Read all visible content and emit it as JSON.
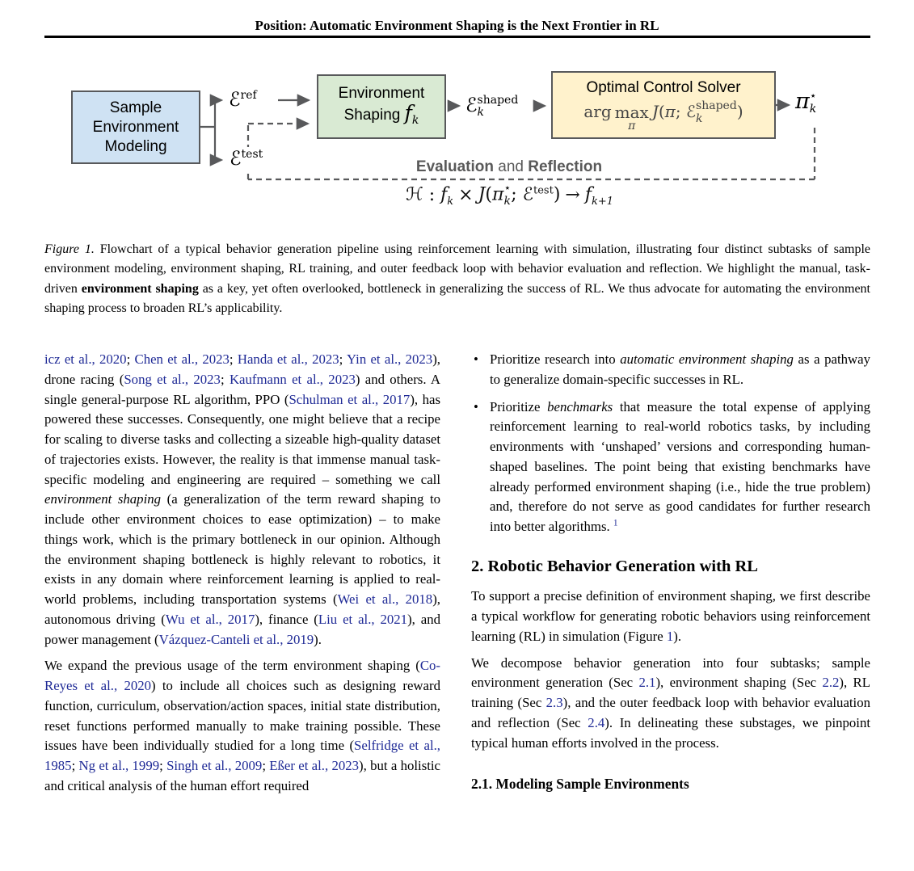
{
  "header": {
    "title": "Position: Automatic Environment Shaping is the Next Frontier in RL"
  },
  "colors": {
    "link_blue": "#1f2a96",
    "box_blue_fill": "#cfe2f3",
    "box_green_fill": "#d9ead3",
    "box_yellow_fill": "#fff2cc",
    "line_gray": "#58595b",
    "eval_label_gray": "#595959"
  },
  "figure": {
    "sample_box": {
      "lines": [
        "Sample",
        "Environment",
        "Modeling"
      ]
    },
    "shaping_box": {
      "line1": "Environment",
      "shaping": "Shaping ",
      "f": "f",
      "k": "k"
    },
    "solver_box": {
      "title": "Optimal Control Solver",
      "arg": "arg",
      "max": "max",
      "pi": "π",
      "J": "J",
      "lp": "(",
      "pi2": "π",
      "semi": ";",
      "E": "ℰ",
      "shaped": "shaped",
      "k": "k",
      "rp": ")"
    },
    "e_ref": {
      "base": "ℰ",
      "sup": "ref"
    },
    "e_test": {
      "base": "ℰ",
      "sup": "test"
    },
    "e_shaped": {
      "base": "ℰ",
      "sup": "shaped",
      "sub": "k"
    },
    "pi_star": {
      "base": "π",
      "sup": "⋆",
      "sub": "k"
    },
    "eval_label": {
      "b1": "Evaluation",
      "mid": " and ",
      "b2": "Reflection"
    },
    "equation": {
      "H": "ℋ",
      "colon": ":",
      "f": "f",
      "k": "k",
      "times": "×",
      "J": "J",
      "lp": "(",
      "pi": "π",
      "star": "⋆",
      "sub_k": "k",
      "semi": "; ",
      "E": "ℰ",
      "test": "test",
      "rp": ")",
      "arrow": "→",
      "f2": "f",
      "k1": "k+1"
    }
  },
  "caption": {
    "segments": [
      {
        "t": "Figure 1.",
        "s": "i"
      },
      {
        "t": " Flowchart of a typical behavior generation pipeline using reinforcement learning with simulation, illustrating four distinct subtasks of sample environment modeling, environment shaping, RL training, and outer feedback loop with behavior evaluation and reflection. We highlight the manual, task-driven "
      },
      {
        "t": "environment shaping",
        "s": "b"
      },
      {
        "t": " as a key, yet often overlooked, bottleneck in generalizing the success of RL. We thus advocate for automating the environment shaping process to broaden RL’s applicability."
      }
    ]
  },
  "left_column": {
    "p1": [
      {
        "t": "icz et al., 2020",
        "s": "l"
      },
      {
        "t": "; "
      },
      {
        "t": "Chen et al., 2023",
        "s": "l"
      },
      {
        "t": "; "
      },
      {
        "t": "Handa et al., 2023",
        "s": "l"
      },
      {
        "t": "; "
      },
      {
        "t": "Yin et al., 2023",
        "s": "l"
      },
      {
        "t": "), drone racing ("
      },
      {
        "t": "Song et al., 2023",
        "s": "l"
      },
      {
        "t": "; "
      },
      {
        "t": "Kaufmann et al., 2023",
        "s": "l"
      },
      {
        "t": ") and others. A single general-purpose RL algorithm, PPO ("
      },
      {
        "t": "Schulman et al., 2017",
        "s": "l"
      },
      {
        "t": "), has powered these successes. Consequently, one might believe that a recipe for scaling to diverse tasks and collecting a sizeable high-quality dataset of trajectories exists. However, the reality is that immense manual task-specific modeling and engineering are required – something we call "
      },
      {
        "t": "environment shaping",
        "s": "i"
      },
      {
        "t": " (a generalization of the term reward shaping to include other environment choices to ease optimization) – to make things work, which is the primary bottleneck in our opinion. Although the environment shaping bottleneck is highly relevant to robotics, it exists in any domain where reinforcement learning is applied to real-world problems, including transportation systems ("
      },
      {
        "t": "Wei et al., 2018",
        "s": "l"
      },
      {
        "t": "), autonomous driving ("
      },
      {
        "t": "Wu et al., 2017",
        "s": "l"
      },
      {
        "t": "), finance ("
      },
      {
        "t": "Liu et al., 2021",
        "s": "l"
      },
      {
        "t": "), and power management ("
      },
      {
        "t": "Vázquez-Canteli et al., 2019",
        "s": "l"
      },
      {
        "t": ")."
      }
    ],
    "p2": [
      {
        "t": "We expand the previous usage of the term environment shaping ("
      },
      {
        "t": "Co-Reyes et al., 2020",
        "s": "l"
      },
      {
        "t": ") to include all choices such as designing reward function, curriculum, observation/action spaces, initial state distribution, reset functions performed manually to make training possible. These issues have been individually studied for a long time ("
      },
      {
        "t": "Selfridge et al., 1985",
        "s": "l"
      },
      {
        "t": "; "
      },
      {
        "t": "Ng et al., 1999",
        "s": "l"
      },
      {
        "t": "; "
      },
      {
        "t": "Singh et al., 2009",
        "s": "l"
      },
      {
        "t": "; "
      },
      {
        "t": "Eßer et al., 2023",
        "s": "l"
      },
      {
        "t": "), but a holistic and critical analysis of the human effort required"
      }
    ]
  },
  "right_column": {
    "bullet_char": "•",
    "bullets": [
      [
        {
          "t": "Prioritize research into "
        },
        {
          "t": "automatic environment shaping",
          "s": "i"
        },
        {
          "t": " as a pathway to generalize domain-specific successes in RL."
        }
      ],
      [
        {
          "t": "Prioritize "
        },
        {
          "t": "benchmarks",
          "s": "i"
        },
        {
          "t": " that measure the total expense of applying reinforcement learning to real-world robotics tasks, by including environments with ‘unshaped’ versions and corresponding human-shaped baselines. The point being that existing benchmarks have already performed environment shaping (i.e., hide the true problem) and, therefore do not serve as good candidates for further research into better algorithms. "
        },
        {
          "t": "1",
          "s": "sl"
        }
      ]
    ],
    "section_heading": "2. Robotic Behavior Generation with RL",
    "p1": [
      {
        "t": "To support a precise definition of environment shaping, we first describe a typical workflow for generating robotic behaviors using reinforcement learning (RL) in simulation (Figure "
      },
      {
        "t": "1",
        "s": "l"
      },
      {
        "t": ")."
      }
    ],
    "p2": [
      {
        "t": "We decompose behavior generation into four subtasks; sample environment generation (Sec "
      },
      {
        "t": "2.1",
        "s": "l"
      },
      {
        "t": "), environment shaping (Sec "
      },
      {
        "t": "2.2",
        "s": "l"
      },
      {
        "t": "), RL training (Sec "
      },
      {
        "t": "2.3",
        "s": "l"
      },
      {
        "t": "), and the outer feedback loop with behavior evaluation and reflection (Sec "
      },
      {
        "t": "2.4",
        "s": "l"
      },
      {
        "t": "). In delineating these substages, we pinpoint typical human efforts involved in the process."
      }
    ],
    "subsection_heading": "2.1. Modeling Sample Environments"
  }
}
